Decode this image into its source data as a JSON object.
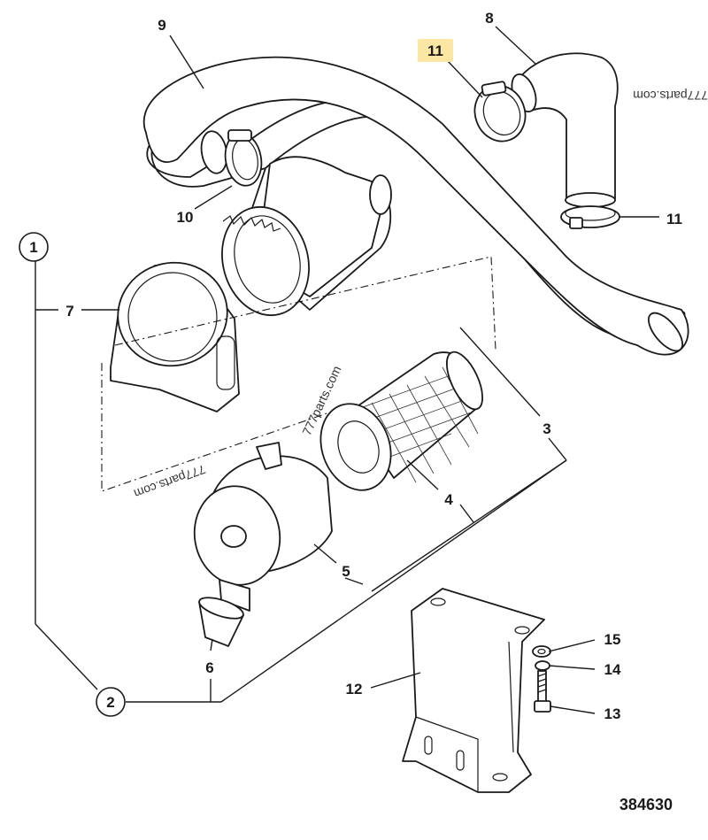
{
  "drawing_number": "384630",
  "watermark_text": "777parts.com",
  "highlight_color": "#fbe7a3",
  "callouts": {
    "c1": "1",
    "c2": "2",
    "c3": "3",
    "c4": "4",
    "c5": "5",
    "c6": "6",
    "c7": "7",
    "c8": "8",
    "c9": "9",
    "c10": "10",
    "c11a": "11",
    "c11b": "11",
    "c12": "12",
    "c13": "13",
    "c14": "14",
    "c15": "15"
  }
}
